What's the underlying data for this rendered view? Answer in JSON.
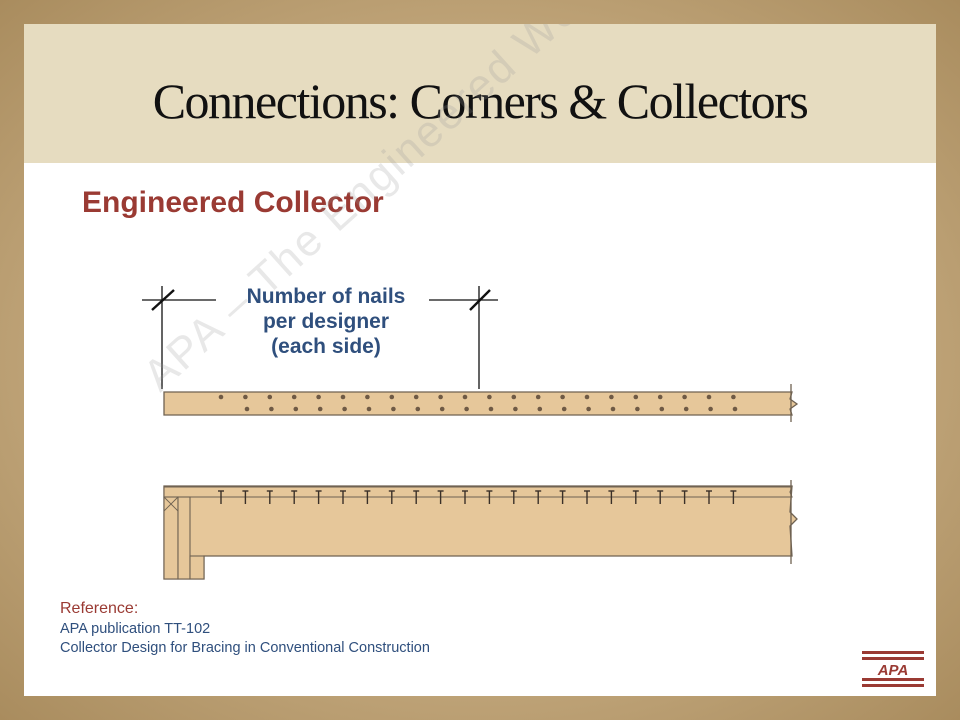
{
  "slide": {
    "title": "Connections: Corners & Collectors",
    "subtitle": "Engineered Collector"
  },
  "diagram": {
    "annotation_lines": [
      "Number of nails",
      "per designer",
      "(each side)"
    ]
  },
  "reference": {
    "heading": "Reference:",
    "publication": "APA publication TT-102",
    "description": "Collector Design for Bracing in Conventional Construction"
  },
  "watermark": "APA – The Engineered Wood Association",
  "logo": {
    "text": "APA"
  },
  "colors": {
    "title_band": "#e6dcc0",
    "subtitle": "#9a3a33",
    "annotation": "#2f4f7d",
    "wood": "#e6c79a",
    "wood_outline": "#6f6252"
  }
}
